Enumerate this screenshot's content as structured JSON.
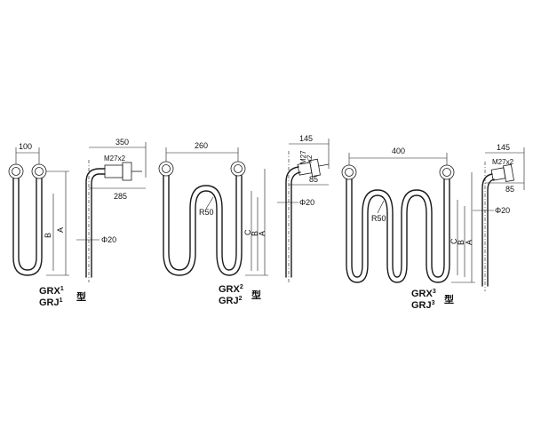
{
  "diagram1": {
    "dim_width": "100",
    "dim_A": "A",
    "dim_B": "B",
    "model_line1": "GRX",
    "model_line1_sub": "1",
    "model_line2": "GRJ",
    "model_line2_sub": "1",
    "model_suffix": "型"
  },
  "side1": {
    "dim_350": "350",
    "dim_285": "285",
    "thread": "M27x2",
    "diameter": "Φ20"
  },
  "diagram2": {
    "dim_width": "260",
    "radius": "R50",
    "dim_C": "C",
    "dim_B": "B",
    "dim_A": "A",
    "model_line1": "GRX",
    "model_line1_sub": "2",
    "model_line2": "GRJ",
    "model_line2_sub": "2",
    "model_suffix": "型"
  },
  "side2": {
    "dim_145": "145",
    "dim_85": "85",
    "thread_a": "M27",
    "thread_b": "x2",
    "diameter": "Φ20"
  },
  "diagram3": {
    "dim_width": "400",
    "radius": "R50",
    "dim_C": "C",
    "dim_B": "B",
    "dim_A": "A",
    "model_line1": "GRX",
    "model_line1_sub": "3",
    "model_line2": "GRJ",
    "model_line2_sub": "3",
    "model_suffix": "型"
  },
  "side3": {
    "dim_145": "145",
    "thread": "M27x2",
    "dim_85": "85",
    "diameter": "Φ20"
  }
}
